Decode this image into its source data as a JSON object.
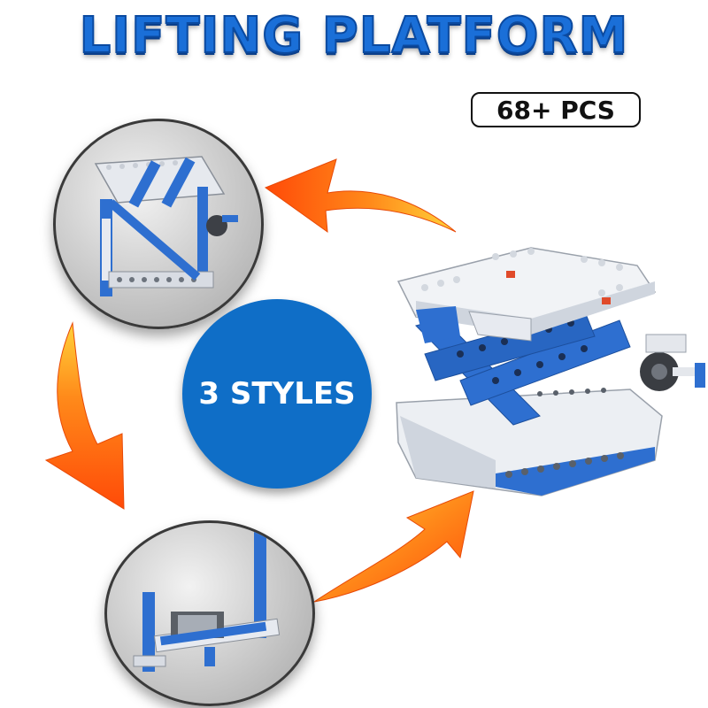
{
  "header": {
    "title": "LIFTING PLATFORM"
  },
  "badge": {
    "count_label": "68+ PCS"
  },
  "center": {
    "label": "3 STYLES"
  },
  "colors": {
    "brand_blue": "#1a6fd8",
    "arrow_orange": "#ff5a10",
    "arrow_yellow": "#ffd23a"
  },
  "images": [
    {
      "name": "style-1-gate-model"
    },
    {
      "name": "style-2-arm-model"
    },
    {
      "name": "main-scissor-lift-model"
    }
  ]
}
